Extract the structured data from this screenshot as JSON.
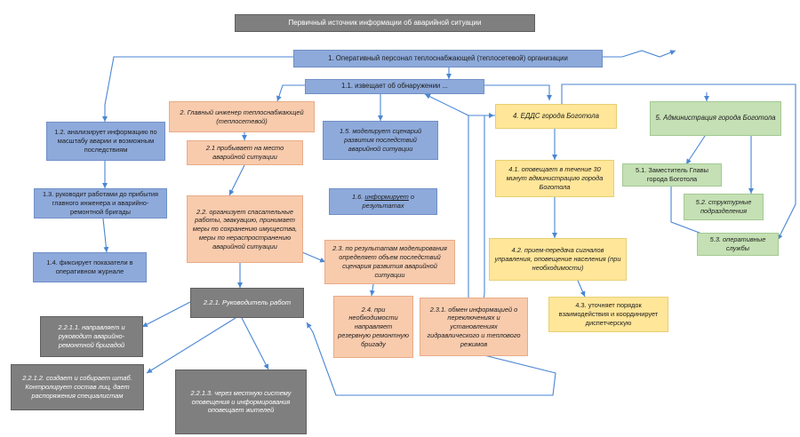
{
  "colors": {
    "arrow": "#4a86d4",
    "dark_header": "#7f7f7f",
    "blue_box": "#8eaadb",
    "orange_box": "#f8cbad",
    "yellow_box": "#ffe699",
    "green_box": "#c5e0b4",
    "gray_box": "#bfbfbf"
  },
  "nodes": {
    "top": "Первичный источник информации об аварийной ситуации",
    "n1": "1. Оперативный персонал теплоснабжающей (теплосетевой) организации",
    "n1_1": "1.1. извещает об обнаружении ...",
    "n1_2": "1.2. анализирует информацию по масштабу аварии и возможным последствиям",
    "n1_3": "1.3. руководит работами до прибытия главного инженера и аварийно-ремонтной бригады",
    "n1_4": "1.4.  фиксирует показатели в оперативном журнале",
    "n1_5": "1.5. моделирует сценарий развития последствий аварийной ситуации",
    "n1_6_num": "1.6.",
    "n1_6_word": "информирует",
    "n1_6_rest": "о результатах",
    "n2": "2. Главный инженер теплоснабжающей (теплосетевой)",
    "n2_1": "2.1 прибывает на место аварийной ситуации",
    "n2_2": "2.2. организует спасательные работы, эвакуацию, принимает меры по сохранению имущества, меры по нераспространению аварийной ситуации",
    "n2_3": "2.3. по результатам моделирования определяет объем последствий сценария развития аварийной ситуации",
    "n2_4": "2.4. при необходимости направляет резервную ремонтную бригаду",
    "n2_3_1": "2.3.1. обмен информацией о переключениях и установлениях гидравлического и теплового режимов",
    "n2_2_1": "2.2.1. Руководитель работ",
    "n2_2_1_1": "2.2.1.1. направляет и руководит аварийно-ремонтной бригадой",
    "n2_2_1_2": "2.2.1.2. создает и собирает штаб. Контролирует состав лиц, дает распоряжения специалистам",
    "n2_2_1_3": "2.2.1.3. через местную систему оповещения и информирования оповещает жителей",
    "n4": "4. ЕДДС города Боготола",
    "n4_1": "4.1. оповещает в течение 30 минут администрацию города Боготола",
    "n4_2": "4.2. прием-передача сигналов управления, оповещение населения (при необходимости)",
    "n4_3": "4.3. уточняет порядок взаимодействия и координирует диспетчерскую",
    "n5": "5. Администрация города Боготола",
    "n5_1": "5.1. Заместитель Главы города Боготола",
    "n5_2": "5.2. структурные подразделения",
    "n5_3": "5.3. оперативные службы"
  }
}
